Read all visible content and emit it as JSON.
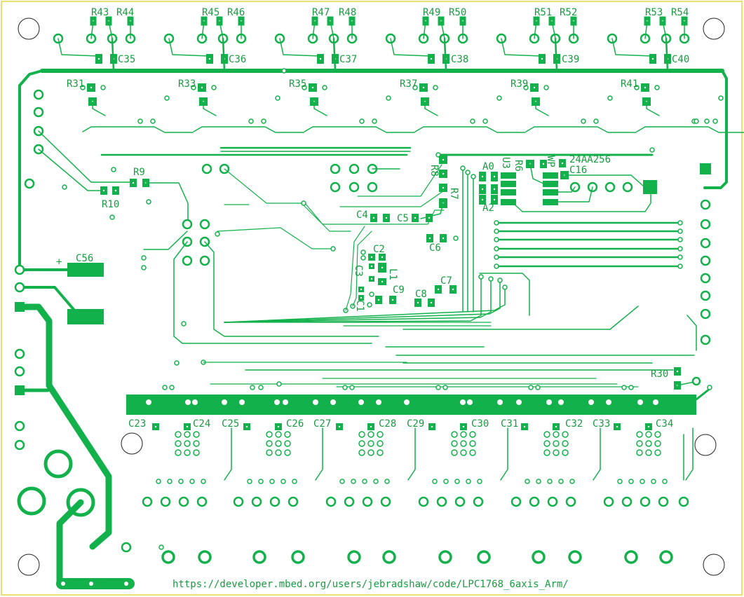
{
  "colors": {
    "copper": "#13b14b",
    "silk": "#1a9a42",
    "outline": "#e8e070",
    "background": "#ffffff"
  },
  "labels": {
    "top_resistors": [
      "R43",
      "R44",
      "R45",
      "R46",
      "R47",
      "R48",
      "R49",
      "R50",
      "R51",
      "R52",
      "R53",
      "R54"
    ],
    "top_caps": [
      "C35",
      "C36",
      "C37",
      "C38",
      "C39",
      "C40"
    ],
    "row_resistors": [
      "R31",
      "R33",
      "R35",
      "R37",
      "R39",
      "R41"
    ],
    "misc": [
      "R9",
      "R10",
      "R8",
      "R7",
      "A0",
      "U3",
      "R6",
      "WP",
      "24AA256",
      "C16",
      "A2",
      "C4",
      "C5",
      "C6",
      "C2",
      "C3",
      "L1",
      "C9",
      "C8",
      "C7",
      "C1",
      "C56",
      "R30",
      "+"
    ],
    "bottom_caps": [
      "C23",
      "C24",
      "C25",
      "C26",
      "C27",
      "C28",
      "C29",
      "C30",
      "C31",
      "C32",
      "C33",
      "C34"
    ]
  },
  "url": "https://developer.mbed.org/users/jebradshaw/code/LPC1768_6axis_Arm/"
}
